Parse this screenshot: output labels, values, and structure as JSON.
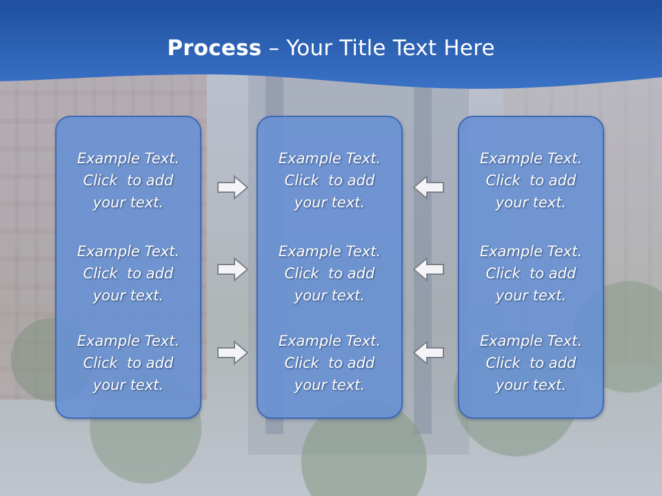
{
  "slide": {
    "title_bold": "Process",
    "title_rest": " – Your Title Text Here",
    "colors": {
      "header": "#2f62b5",
      "box_fill": "#6791d4",
      "box_border": "#3f68b3",
      "text": "#ffffff"
    }
  },
  "columns": [
    {
      "items": [
        {
          "line1": "Example Text.",
          "line2": "Click  to add",
          "line3": "your text."
        },
        {
          "line1": "Example Text.",
          "line2": "Click  to add",
          "line3": "your text."
        },
        {
          "line1": "Example Text.",
          "line2": "Click  to add",
          "line3": "your text."
        }
      ]
    },
    {
      "items": [
        {
          "line1": "Example Text.",
          "line2": "Click  to add",
          "line3": "your text."
        },
        {
          "line1": "Example Text.",
          "line2": "Click  to add",
          "line3": "your text."
        },
        {
          "line1": "Example Text.",
          "line2": "Click  to add",
          "line3": "your text."
        }
      ]
    },
    {
      "items": [
        {
          "line1": "Example Text.",
          "line2": "Click  to add",
          "line3": "your text."
        },
        {
          "line1": "Example Text.",
          "line2": "Click  to add",
          "line3": "your text."
        },
        {
          "line1": "Example Text.",
          "line2": "Click  to add",
          "line3": "your text."
        }
      ]
    }
  ],
  "arrows": {
    "left_group": {
      "direction": "right",
      "icon": "arrow-right-icon"
    },
    "right_group": {
      "direction": "left",
      "icon": "arrow-left-icon"
    }
  }
}
